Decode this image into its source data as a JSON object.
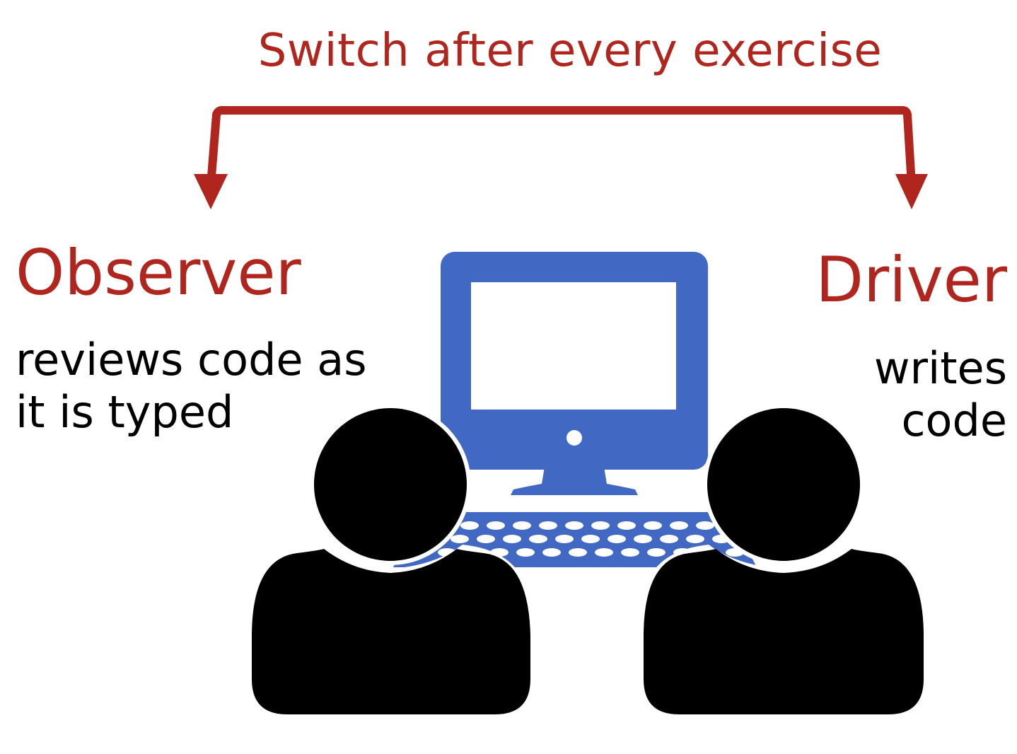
{
  "headline": "Switch after every exercise",
  "observer": {
    "title": "Observer",
    "description_lines": [
      "reviews code as",
      "it is typed"
    ]
  },
  "driver": {
    "title": "Driver",
    "description_lines": [
      "writes",
      "code"
    ]
  },
  "colors": {
    "accent_red": "#b0261e",
    "computer_blue": "#4169c4",
    "person_black": "#000000",
    "text_black": "#000000"
  },
  "icons": {
    "switch_arrow": "double-headed-bracket-arrow-icon",
    "computer": "desktop-computer-icon",
    "keyboard": "keyboard-icon",
    "observer_person": "person-silhouette-icon",
    "driver_person": "person-silhouette-icon"
  }
}
